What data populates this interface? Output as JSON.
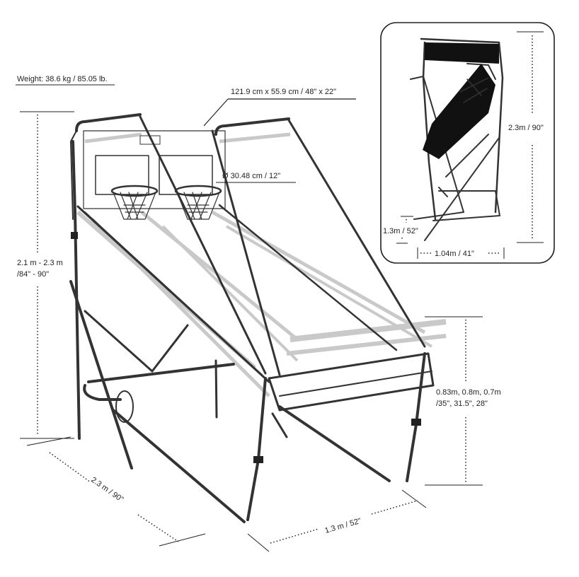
{
  "labels": {
    "weight": "Weight: 38.6 kg / 85.05 lb.",
    "board_size": "121.9 cm x 55.9 cm / 48\" x 22\"",
    "rim_diameter": "Ø 30.48 cm / 12\"",
    "height_range_line1": "2.1 m - 2.3 m",
    "height_range_line2": "/84\" - 90\"",
    "front_height_line1": "0.83m, 0.8m, 0.7m",
    "front_height_line2": "/35\", 31.5\", 28\"",
    "length": "2.3 m / 90\"",
    "width": "1.3 m / 52\""
  },
  "inset": {
    "height": "2.3m / 90\"",
    "depth": "1.3m / 52\"",
    "width": "1.04m / 41\""
  }
}
